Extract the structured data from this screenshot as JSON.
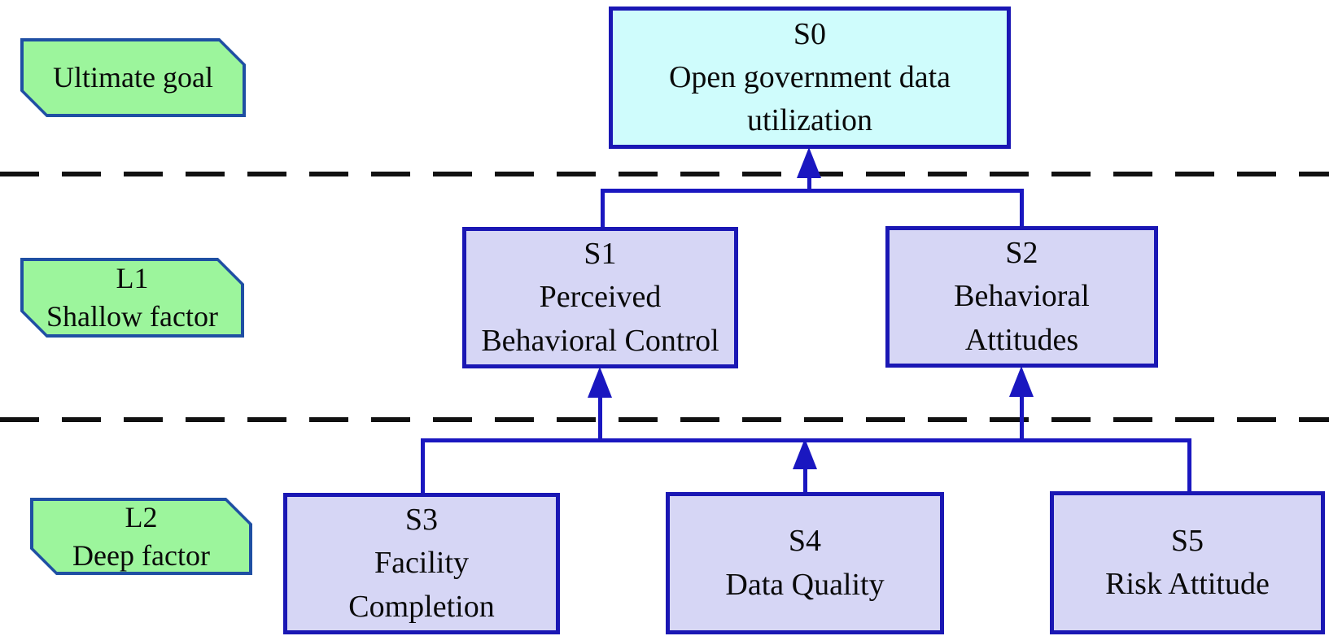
{
  "labels": [
    {
      "id": "ultimate-goal",
      "lines": [
        "Ultimate goal"
      ]
    },
    {
      "id": "l1-shallow-factor",
      "lines": [
        "L1",
        "Shallow factor"
      ]
    },
    {
      "id": "l2-deep-factor",
      "lines": [
        "L2",
        "Deep factor"
      ]
    }
  ],
  "nodes": [
    {
      "id": "S0",
      "lines": [
        "S0",
        "Open government data",
        "utilization"
      ]
    },
    {
      "id": "S1",
      "lines": [
        "S1",
        "Perceived",
        "Behavioral Control"
      ]
    },
    {
      "id": "S2",
      "lines": [
        "S2",
        "Behavioral",
        "Attitudes"
      ]
    },
    {
      "id": "S3",
      "lines": [
        "S3",
        "Facility",
        "Completion"
      ]
    },
    {
      "id": "S4",
      "lines": [
        "S4",
        "Data Quality"
      ]
    },
    {
      "id": "S5",
      "lines": [
        "S5",
        "Risk Attitude"
      ]
    }
  ],
  "connections": [
    {
      "sources": [
        "S1",
        "S2"
      ],
      "targets": [
        "S0"
      ]
    },
    {
      "sources": [
        "S3",
        "S4",
        "S5"
      ],
      "targets": [
        "S1",
        "S2"
      ]
    }
  ],
  "colors": {
    "node-border": "#1a17b4",
    "connector": "#1a17c0",
    "goal-fill": "#cffcfc",
    "factor-fill": "#d6d6f5",
    "label-fill": "#9cf59c",
    "label-border": "#1f4fa3",
    "separator": "#111111",
    "text": "#0a0a0a"
  }
}
